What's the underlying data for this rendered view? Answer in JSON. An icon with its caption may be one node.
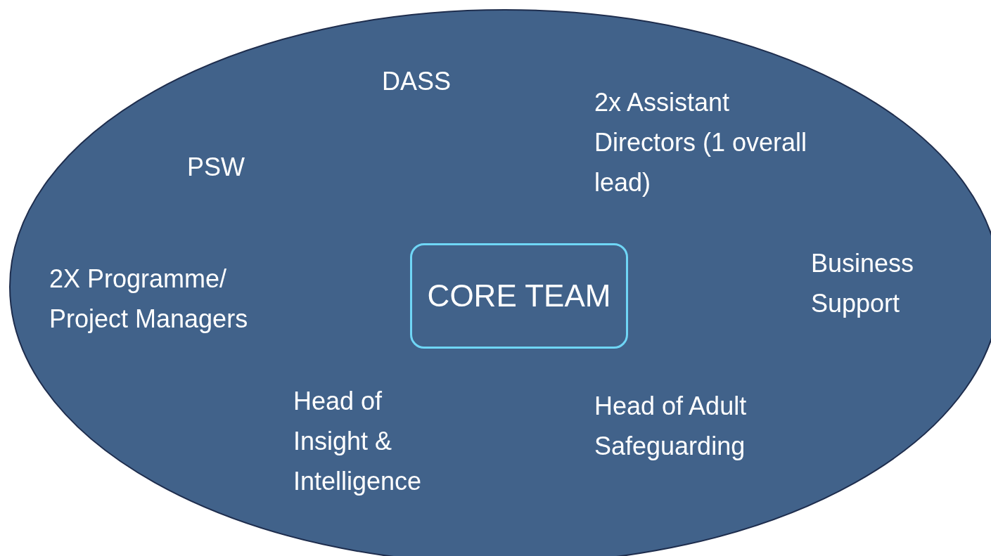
{
  "diagram": {
    "nodes": [
      {
        "text": [
          "DASS",
          "2x Assistant Directors (1 overall lead)",
          "PSW",
          "2X Programme/ Project Managers",
          "Business Support",
          "Head of Insight & Intelligence",
          "Head of Adult Safeguarding"
        ]
      },
      {
        "text": [
          "CORE TEAM"
        ],
        "in": 0
      }
    ]
  }
}
